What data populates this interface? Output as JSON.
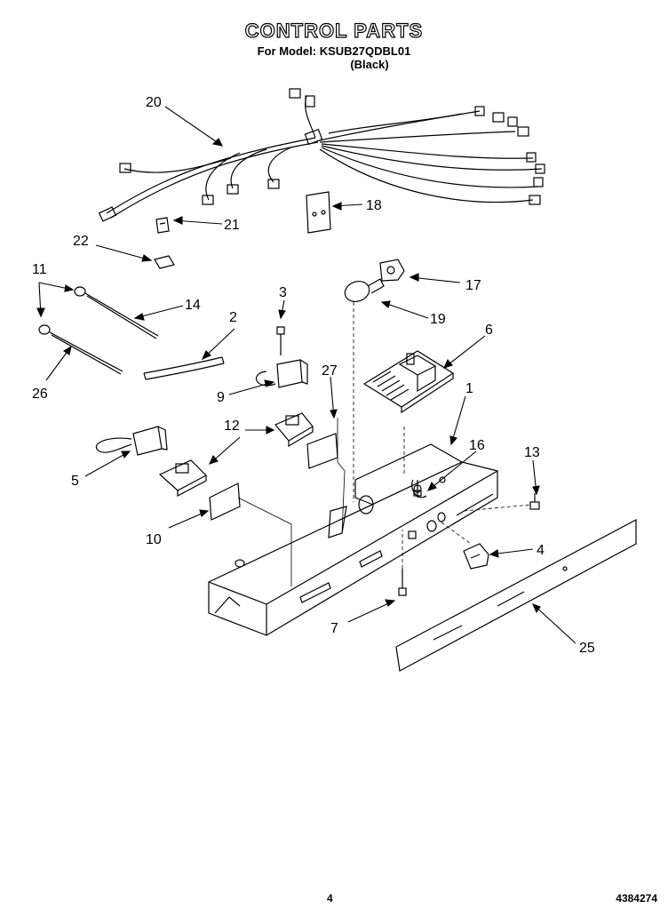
{
  "header": {
    "title": "CONTROL PARTS",
    "model_line": "For Model: KSUB27QDBL01",
    "color_line": "(Black)"
  },
  "callouts": {
    "c1": "1",
    "c2": "2",
    "c3": "3",
    "c4": "4",
    "c5": "5",
    "c6": "6",
    "c7": "7",
    "c9": "9",
    "c10": "10",
    "c11": "11",
    "c12": "12",
    "c13": "13",
    "c14": "14",
    "c16": "16",
    "c17": "17",
    "c18": "18",
    "c19": "19",
    "c20": "20",
    "c21": "21",
    "c22": "22",
    "c25": "25",
    "c26": "26",
    "c27": "27"
  },
  "footer": {
    "page_number": "4",
    "document_number": "4384274"
  }
}
